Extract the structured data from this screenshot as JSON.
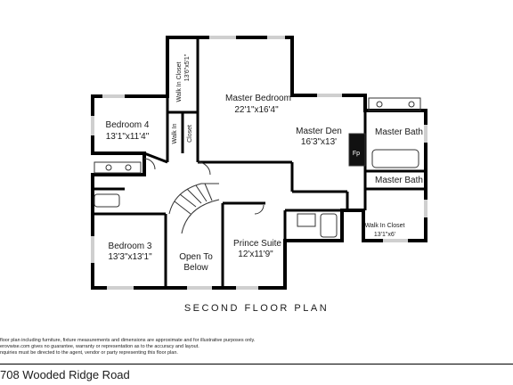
{
  "rooms": {
    "walk_in_closet_master": {
      "name": "Walk In Closet",
      "dims": "13'6\"x5'1\""
    },
    "master_bedroom": {
      "name": "Master Bedroom",
      "dims": "22'1\"x16'4\""
    },
    "bedroom_4": {
      "name": "Bedroom 4",
      "dims": "13'1\"x11'4\""
    },
    "walk_in_closet_small": {
      "line1": "Walk In",
      "line2": "Closet"
    },
    "master_den": {
      "name": "Master Den",
      "dims": "16'3\"x13'"
    },
    "fireplace": {
      "label": "Fp"
    },
    "master_bath_upper": {
      "name": "Master Bath"
    },
    "master_bath_lower": {
      "name": "Master Bath"
    },
    "walk_in_closet_right": {
      "name": "Walk In Closet",
      "dims": "13'1\"x6'"
    },
    "bedroom_3": {
      "name": "Bedroom 3",
      "dims": "13'3\"x13'1\""
    },
    "open_to_below": {
      "line1": "Open To",
      "line2": "Below"
    },
    "prince_suite": {
      "name": "Prince Suite",
      "dims": "12'x11'9\""
    }
  },
  "plan_title": "SECOND FLOOR PLAN",
  "disclaimer": [
    "floor plan including furniture, fixture measurements and dimensions are approximate and for illustrative purposes only.",
    "erovwise.com gives no guarantee, warranty or representation as to the accuracy and layout.",
    "nquiries must be directed to the agent, vendor or party representing this floor plan."
  ],
  "address": "708 Wooded Ridge Road"
}
